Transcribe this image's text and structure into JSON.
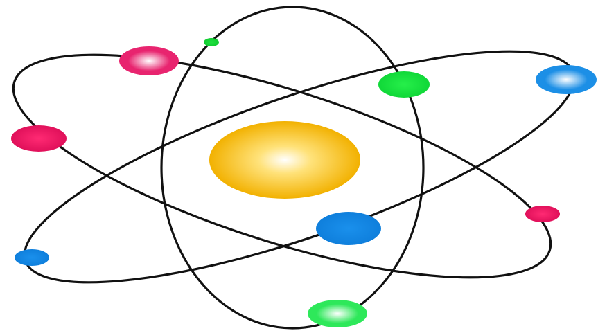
{
  "scene": {
    "subject": "atom-illustration",
    "background_color": "#ffffff",
    "orbit_color": "#111111",
    "nucleus": {
      "color_core": "#ffffff",
      "color_mid": "#ffe27a",
      "color_edge": "#f2b100"
    },
    "electrons": [
      {
        "name": "electron-pink-top",
        "color_core": "#ffffff",
        "color_edge": "#e8246f"
      },
      {
        "name": "electron-green-small",
        "color_core": "#20e040",
        "color_edge": "#10cc30"
      },
      {
        "name": "electron-green-upper",
        "color_core": "#26ef4a",
        "color_edge": "#10d838"
      },
      {
        "name": "electron-blue-right",
        "color_core": "#ffffff",
        "color_edge": "#1c8fe6"
      },
      {
        "name": "electron-magenta-left",
        "color_core": "#ff2a73",
        "color_edge": "#e0105a"
      },
      {
        "name": "electron-magenta-right",
        "color_core": "#ff2a73",
        "color_edge": "#e0105a"
      },
      {
        "name": "electron-blue-center",
        "color_core": "#1a90ec",
        "color_edge": "#0f7fdc"
      },
      {
        "name": "electron-blue-left",
        "color_core": "#1a90ec",
        "color_edge": "#0f7fdc"
      },
      {
        "name": "electron-green-bottom",
        "color_core": "#ffffff",
        "color_edge": "#2ee85a"
      }
    ]
  }
}
